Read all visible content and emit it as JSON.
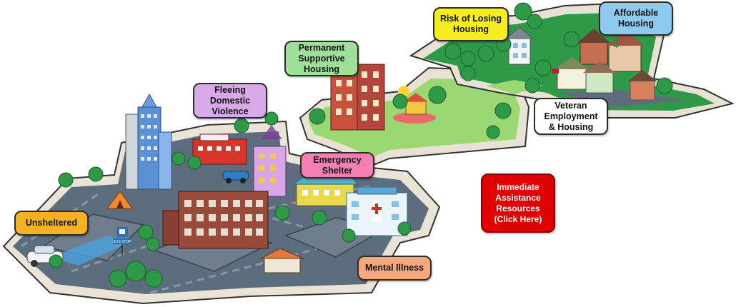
{
  "labels": {
    "unsheltered": {
      "text": "Unsheltered",
      "color": "#f5b324"
    },
    "fleeing": {
      "text": "Fleeing\nDomestic\nViolence",
      "color": "#d9a8e8"
    },
    "permanent": {
      "text": "Permanent\nSupportive\nHousing",
      "color": "#9ee09a"
    },
    "emergency": {
      "text": "Emergency\nShelter",
      "color": "#f480b3"
    },
    "mental": {
      "text": "Mental Illness",
      "color": "#f4a87c"
    },
    "risk": {
      "text": "Risk of Losing\nHousing",
      "color": "#f5ee1e"
    },
    "affordable": {
      "text": "Affordable\nHousing",
      "color": "#8ec9ee"
    },
    "veteran": {
      "text": "Veteran\nEmployment\n& Housing",
      "color": "#ffffff"
    },
    "immediate": {
      "text": "Immediate\nAssistance\nResources\n(Click Here)",
      "color": "#e00000"
    }
  },
  "scene": {
    "bus_sign": "BUS STOP",
    "colors": {
      "road": "#5d6d7e",
      "island_edge": "#e8e2d4",
      "grass": "#8fd06a",
      "tree": "#2e9a48",
      "outline": "#333333"
    },
    "icons": [
      "skyscraper-icon",
      "apartment-building-icon",
      "hospital-icon",
      "tent-icon",
      "car-icon",
      "tree-icon",
      "house-icon",
      "playground-icon",
      "bus-stop-icon",
      "flag-icon"
    ]
  }
}
